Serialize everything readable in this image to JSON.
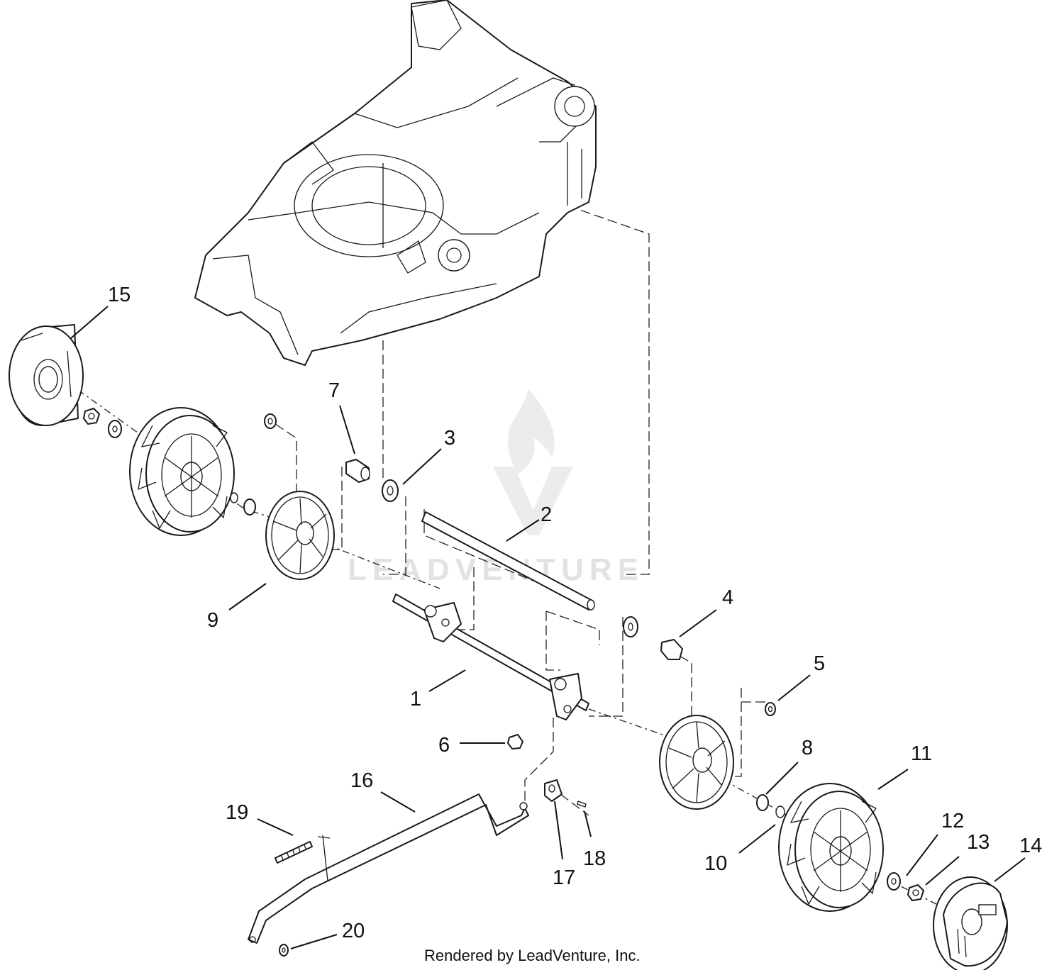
{
  "watermark": {
    "text": "LEADVENTURE"
  },
  "footer": {
    "text": "Rendered by LeadVenture, Inc."
  },
  "callouts": [
    "1",
    "2",
    "3",
    "4",
    "5",
    "6",
    "7",
    "8",
    "9",
    "10",
    "11",
    "12",
    "13",
    "14",
    "15",
    "16",
    "17",
    "18",
    "19",
    "20"
  ],
  "parts": [
    {
      "ref": "1",
      "description": "rear axle"
    },
    {
      "ref": "2",
      "description": "front axle rod"
    },
    {
      "ref": "3",
      "description": "washer"
    },
    {
      "ref": "4",
      "description": "bushing"
    },
    {
      "ref": "5",
      "description": "clip"
    },
    {
      "ref": "6",
      "description": "nut"
    },
    {
      "ref": "7",
      "description": "bushing"
    },
    {
      "ref": "8",
      "description": "bushing"
    },
    {
      "ref": "9",
      "description": "wheel gear cover"
    },
    {
      "ref": "10",
      "description": "washer"
    },
    {
      "ref": "11",
      "description": "wheel"
    },
    {
      "ref": "12",
      "description": "washer"
    },
    {
      "ref": "13",
      "description": "nut"
    },
    {
      "ref": "14",
      "description": "hub cap"
    },
    {
      "ref": "15",
      "description": "hub cap"
    },
    {
      "ref": "16",
      "description": "height adjust lever"
    },
    {
      "ref": "17",
      "description": "knob"
    },
    {
      "ref": "18",
      "description": "pin"
    },
    {
      "ref": "19",
      "description": "spring"
    },
    {
      "ref": "20",
      "description": "clip"
    }
  ]
}
